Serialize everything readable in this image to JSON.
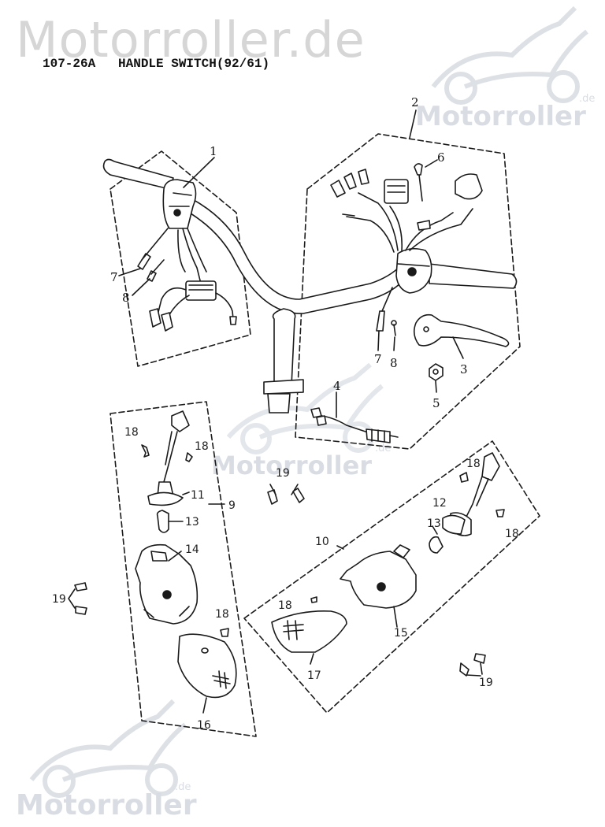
{
  "watermark": {
    "header_text": "Motorroller.de",
    "logo_word": "Motorroller",
    "logo_suffix": ".de"
  },
  "title": "107-26A   HANDLE SWITCH(92/61)",
  "callouts": {
    "c1": "1",
    "c2": "2",
    "c3": "3",
    "c4": "4",
    "c5": "5",
    "c6": "6",
    "c7a": "7",
    "c8a": "8",
    "c7b": "7",
    "c8b": "8",
    "c9": "9",
    "c10": "10",
    "c11": "11",
    "c12": "12",
    "c13a": "13",
    "c13b": "13",
    "c14": "14",
    "c15": "15",
    "c16": "16",
    "c17": "17",
    "c18a": "18",
    "c18b": "18",
    "c18c": "18",
    "c18d": "18",
    "c18e": "18",
    "c18f": "18",
    "c19a": "19",
    "c19b": "19",
    "c19c": "19"
  },
  "colors": {
    "line": "#1a1a1a",
    "watermark": "#d9dde3"
  }
}
